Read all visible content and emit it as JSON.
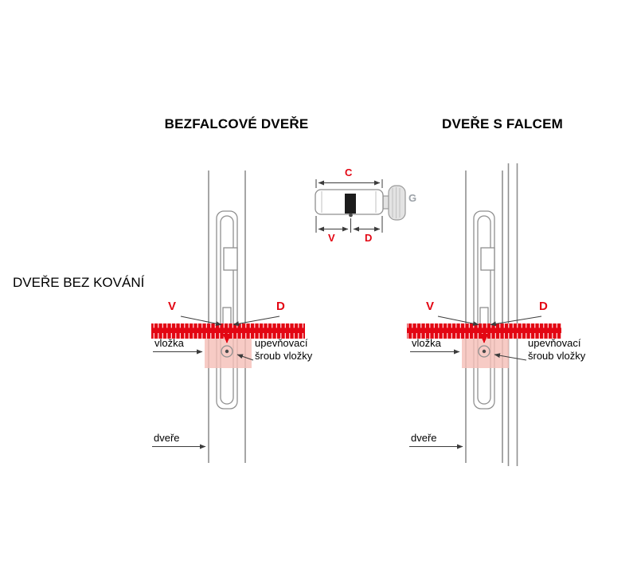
{
  "titles": {
    "left_heading": "BEZFALCOVÉ DVEŘE",
    "right_heading": "DVEŘE S FALCEM",
    "side_label": "DVEŘE BEZ KOVÁNÍ"
  },
  "cylinder": {
    "c_label": "C",
    "v_label": "V",
    "d_label": "D",
    "g_label": "G"
  },
  "diagrams": [
    {
      "id": "bezfalcove-dvere",
      "v_label": "V",
      "d_label": "D",
      "cylinder_label": "vložka",
      "screw_label_line1": "upevňovací",
      "screw_label_line2": "šroub vložky",
      "door_label": "dveře"
    },
    {
      "id": "dvere-s-falcem",
      "v_label": "V",
      "d_label": "D",
      "cylinder_label": "vložka",
      "screw_label_line1": "upevňovací",
      "screw_label_line2": "šroub vložky",
      "door_label": "dveře"
    }
  ],
  "colors": {
    "accent_red": "#e30613",
    "highlight_pink": "#f5beb6",
    "line_gray": "#8f8f8f"
  }
}
